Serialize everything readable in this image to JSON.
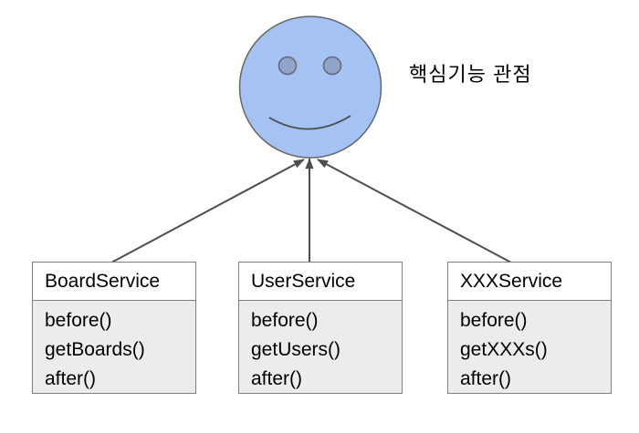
{
  "diagram": {
    "perspective_label": "핵심기능 관점",
    "classes": [
      {
        "name": "BoardService",
        "methods": [
          "before()",
          "getBoards()",
          "after()"
        ]
      },
      {
        "name": "UserService",
        "methods": [
          "before()",
          "getUsers()",
          "after()"
        ]
      },
      {
        "name": "XXXService",
        "methods": [
          "before()",
          "getXXXs()",
          "after()"
        ]
      }
    ],
    "colors": {
      "face_fill": "#a4c2f4",
      "face_stroke": "#666666",
      "eye_fill": "#90a4cc",
      "eye_stroke": "#666666",
      "smile_stroke": "#4d4d4d",
      "arrow": "#4d4d4d",
      "box_border": "#7f7f7f",
      "box_header_fill": "#ffffff",
      "box_body_fill": "#ececec",
      "text": "#000000",
      "background": "#ffffff"
    }
  }
}
